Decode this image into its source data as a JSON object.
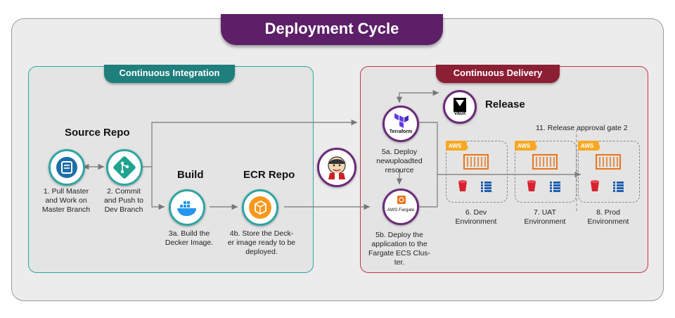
{
  "title": "Deployment Cycle",
  "ci": {
    "label": "Continuous Integration",
    "source_repo": "Source Repo",
    "build": "Build",
    "ecr_repo": "ECR Repo",
    "step1": [
      "1. Pull Master",
      "and Work on",
      "Master Branch"
    ],
    "step2": [
      "2. Commit",
      "and Push to",
      "Dev Branch"
    ],
    "step3a": [
      "3a. Build the",
      "Decker Image."
    ],
    "step4b": [
      "4b. Store the Deck-",
      "er image ready to be",
      "deployed."
    ]
  },
  "cd": {
    "label": "Continuous Delivery",
    "release": "Release",
    "vault_text": "Vault",
    "terraform_text": "Terraform",
    "fargate_text": "AWS Fargate",
    "step5a": [
      "5a. Deploy",
      "newuploadted",
      "resource"
    ],
    "step5b": [
      "5b. Deploy the",
      "application to the",
      "Fargate ECS Clus-",
      "ter."
    ],
    "gate": "11. Release approval gate 2",
    "env6": [
      "6. Dev",
      "Environment"
    ],
    "env7": [
      "7. UAT",
      "Environment"
    ],
    "env8": [
      "8. Prod",
      "Environment"
    ],
    "aws_badge": "AWS"
  },
  "colors": {
    "purple": "#5d1f68",
    "teal": "#2ea5a3",
    "crimson": "#c8334a",
    "aws_orange": "#f7a823",
    "terraform_purple": "#623ce4",
    "fargate_orange": "#e8751a",
    "bucket_red": "#d6232f",
    "list_blue": "#1f5fae"
  },
  "icons": {
    "step1": "git-repo-icon",
    "step2": "git-branch-icon",
    "step3a": "docker-icon",
    "step4b": "ecr-icon",
    "jenkins": "jenkins-icon",
    "terraform": "terraform-icon",
    "fargate": "fargate-icon",
    "vault": "vault-icon"
  }
}
